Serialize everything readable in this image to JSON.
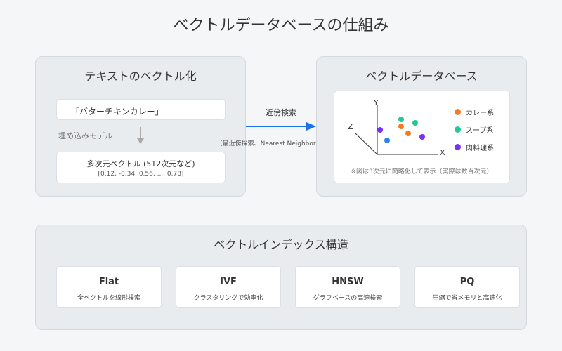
{
  "title": "ベクトルデータベースの仕組み",
  "left_panel": {
    "title": "テキストのベクトル化",
    "input_text": "「バターチキンカレー」",
    "embed_label": "埋め込みモデル",
    "vector_title": "多次元ベクトル (512次元など)",
    "vector_values": "[0.12, -0.34, 0.56, ..., 0.78]"
  },
  "connector": {
    "label": "近傍検索",
    "sublabel": "（最近傍探索、Nearest Neighbor Search）"
  },
  "right_panel": {
    "title": "ベクトルデータベース",
    "axes": {
      "x": "X",
      "y": "Y",
      "z": "Z"
    },
    "legend": [
      {
        "label": "カレー系",
        "color": "#f47c20"
      },
      {
        "label": "スープ系",
        "color": "#20c997"
      },
      {
        "label": "肉料理系",
        "color": "#7b2ff7"
      }
    ],
    "points_color_extra": "#2f80ed",
    "note": "※図は3次元に簡略化して表示（実際は数百次元）"
  },
  "index_panel": {
    "title": "ベクトルインデックス構造",
    "items": [
      {
        "name": "Flat",
        "desc": "全ベクトルを線形検索"
      },
      {
        "name": "IVF",
        "desc": "クラスタリングで効率化"
      },
      {
        "name": "HNSW",
        "desc": "グラフベースの高速検索"
      },
      {
        "name": "PQ",
        "desc": "圧縮で省メモリと高速化"
      }
    ]
  },
  "colors": {
    "arrow": "#1a73e8",
    "down_arrow": "#aaaaaa"
  }
}
